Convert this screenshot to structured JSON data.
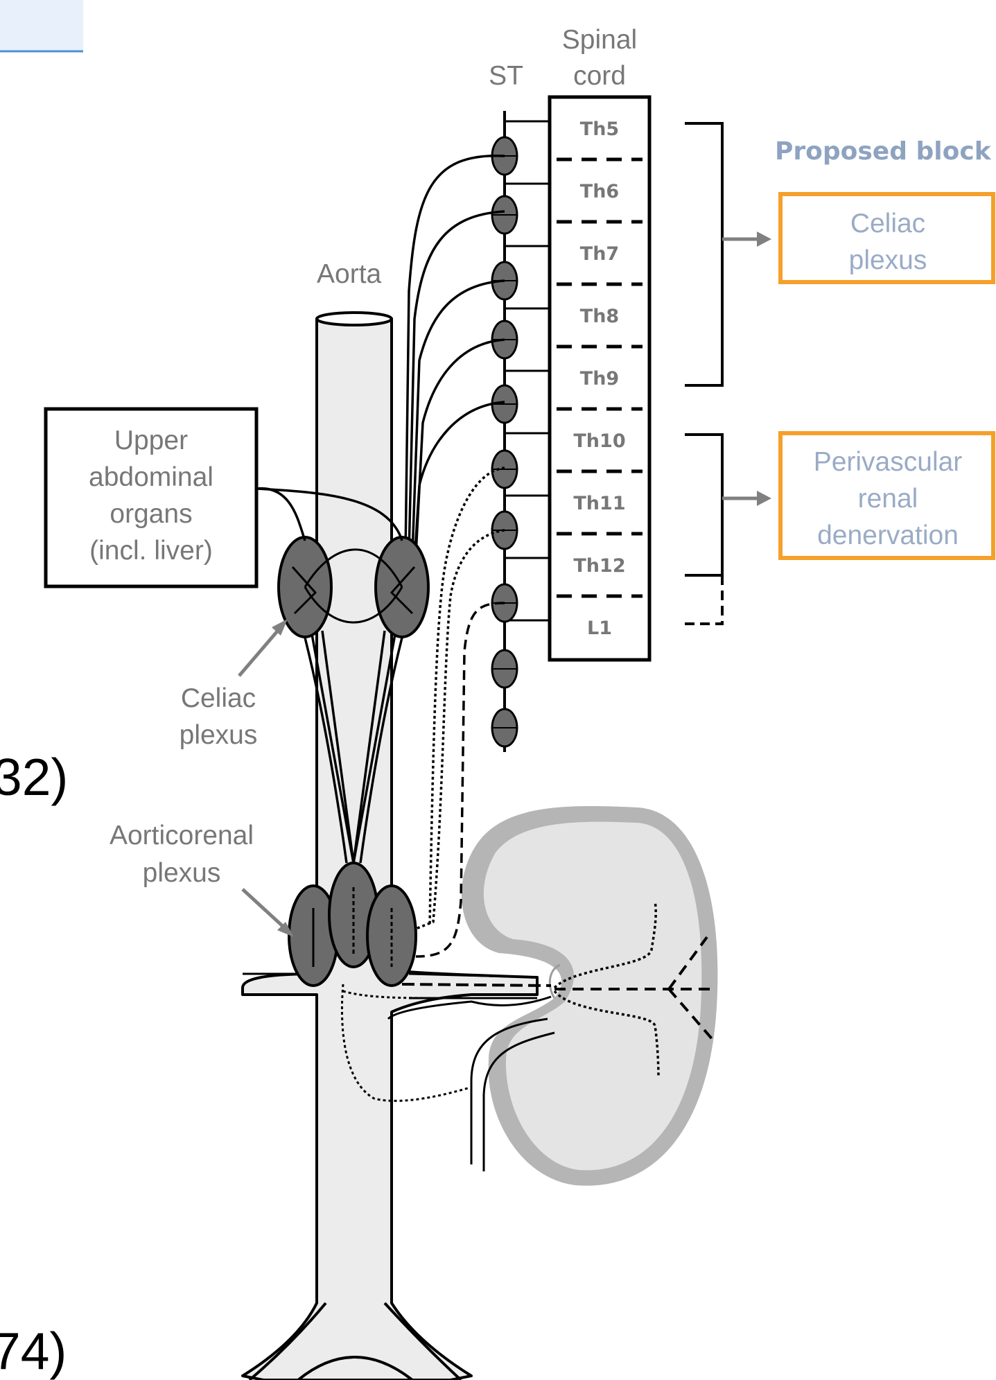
{
  "labels": {
    "spinal_cord": [
      "Spinal",
      "cord"
    ],
    "st": "ST",
    "aorta": "Aorta",
    "upper_abdominal": [
      "Upper",
      "abdominal",
      "organs",
      "(incl. liver)"
    ],
    "celiac_plexus": [
      "Celiac",
      "plexus"
    ],
    "aorticorenal_plexus": [
      "Aorticorenal",
      "plexus"
    ]
  },
  "segments": [
    "Th5",
    "Th6",
    "Th7",
    "Th8",
    "Th9",
    "Th10",
    "Th11",
    "Th12",
    "L1"
  ],
  "proposed_block": {
    "header": "Proposed block",
    "celiac": [
      "Celiac",
      "plexus"
    ],
    "renal": [
      "Perivascular",
      "renal",
      "denervation"
    ]
  },
  "fragments": [
    "32)",
    "74)"
  ],
  "colors": {
    "block_border": "#f5a02a",
    "block_text": "#9aabc6",
    "header_text": "#8ea3c0",
    "label_text": "#777777",
    "ganglion_fill": "#6b6b6b",
    "aorta_fill": "#ececec",
    "kidney_outer": "#b5b5b5",
    "kidney_inner": "#e4e4e4",
    "selection_bar": "#e8f0fb"
  }
}
